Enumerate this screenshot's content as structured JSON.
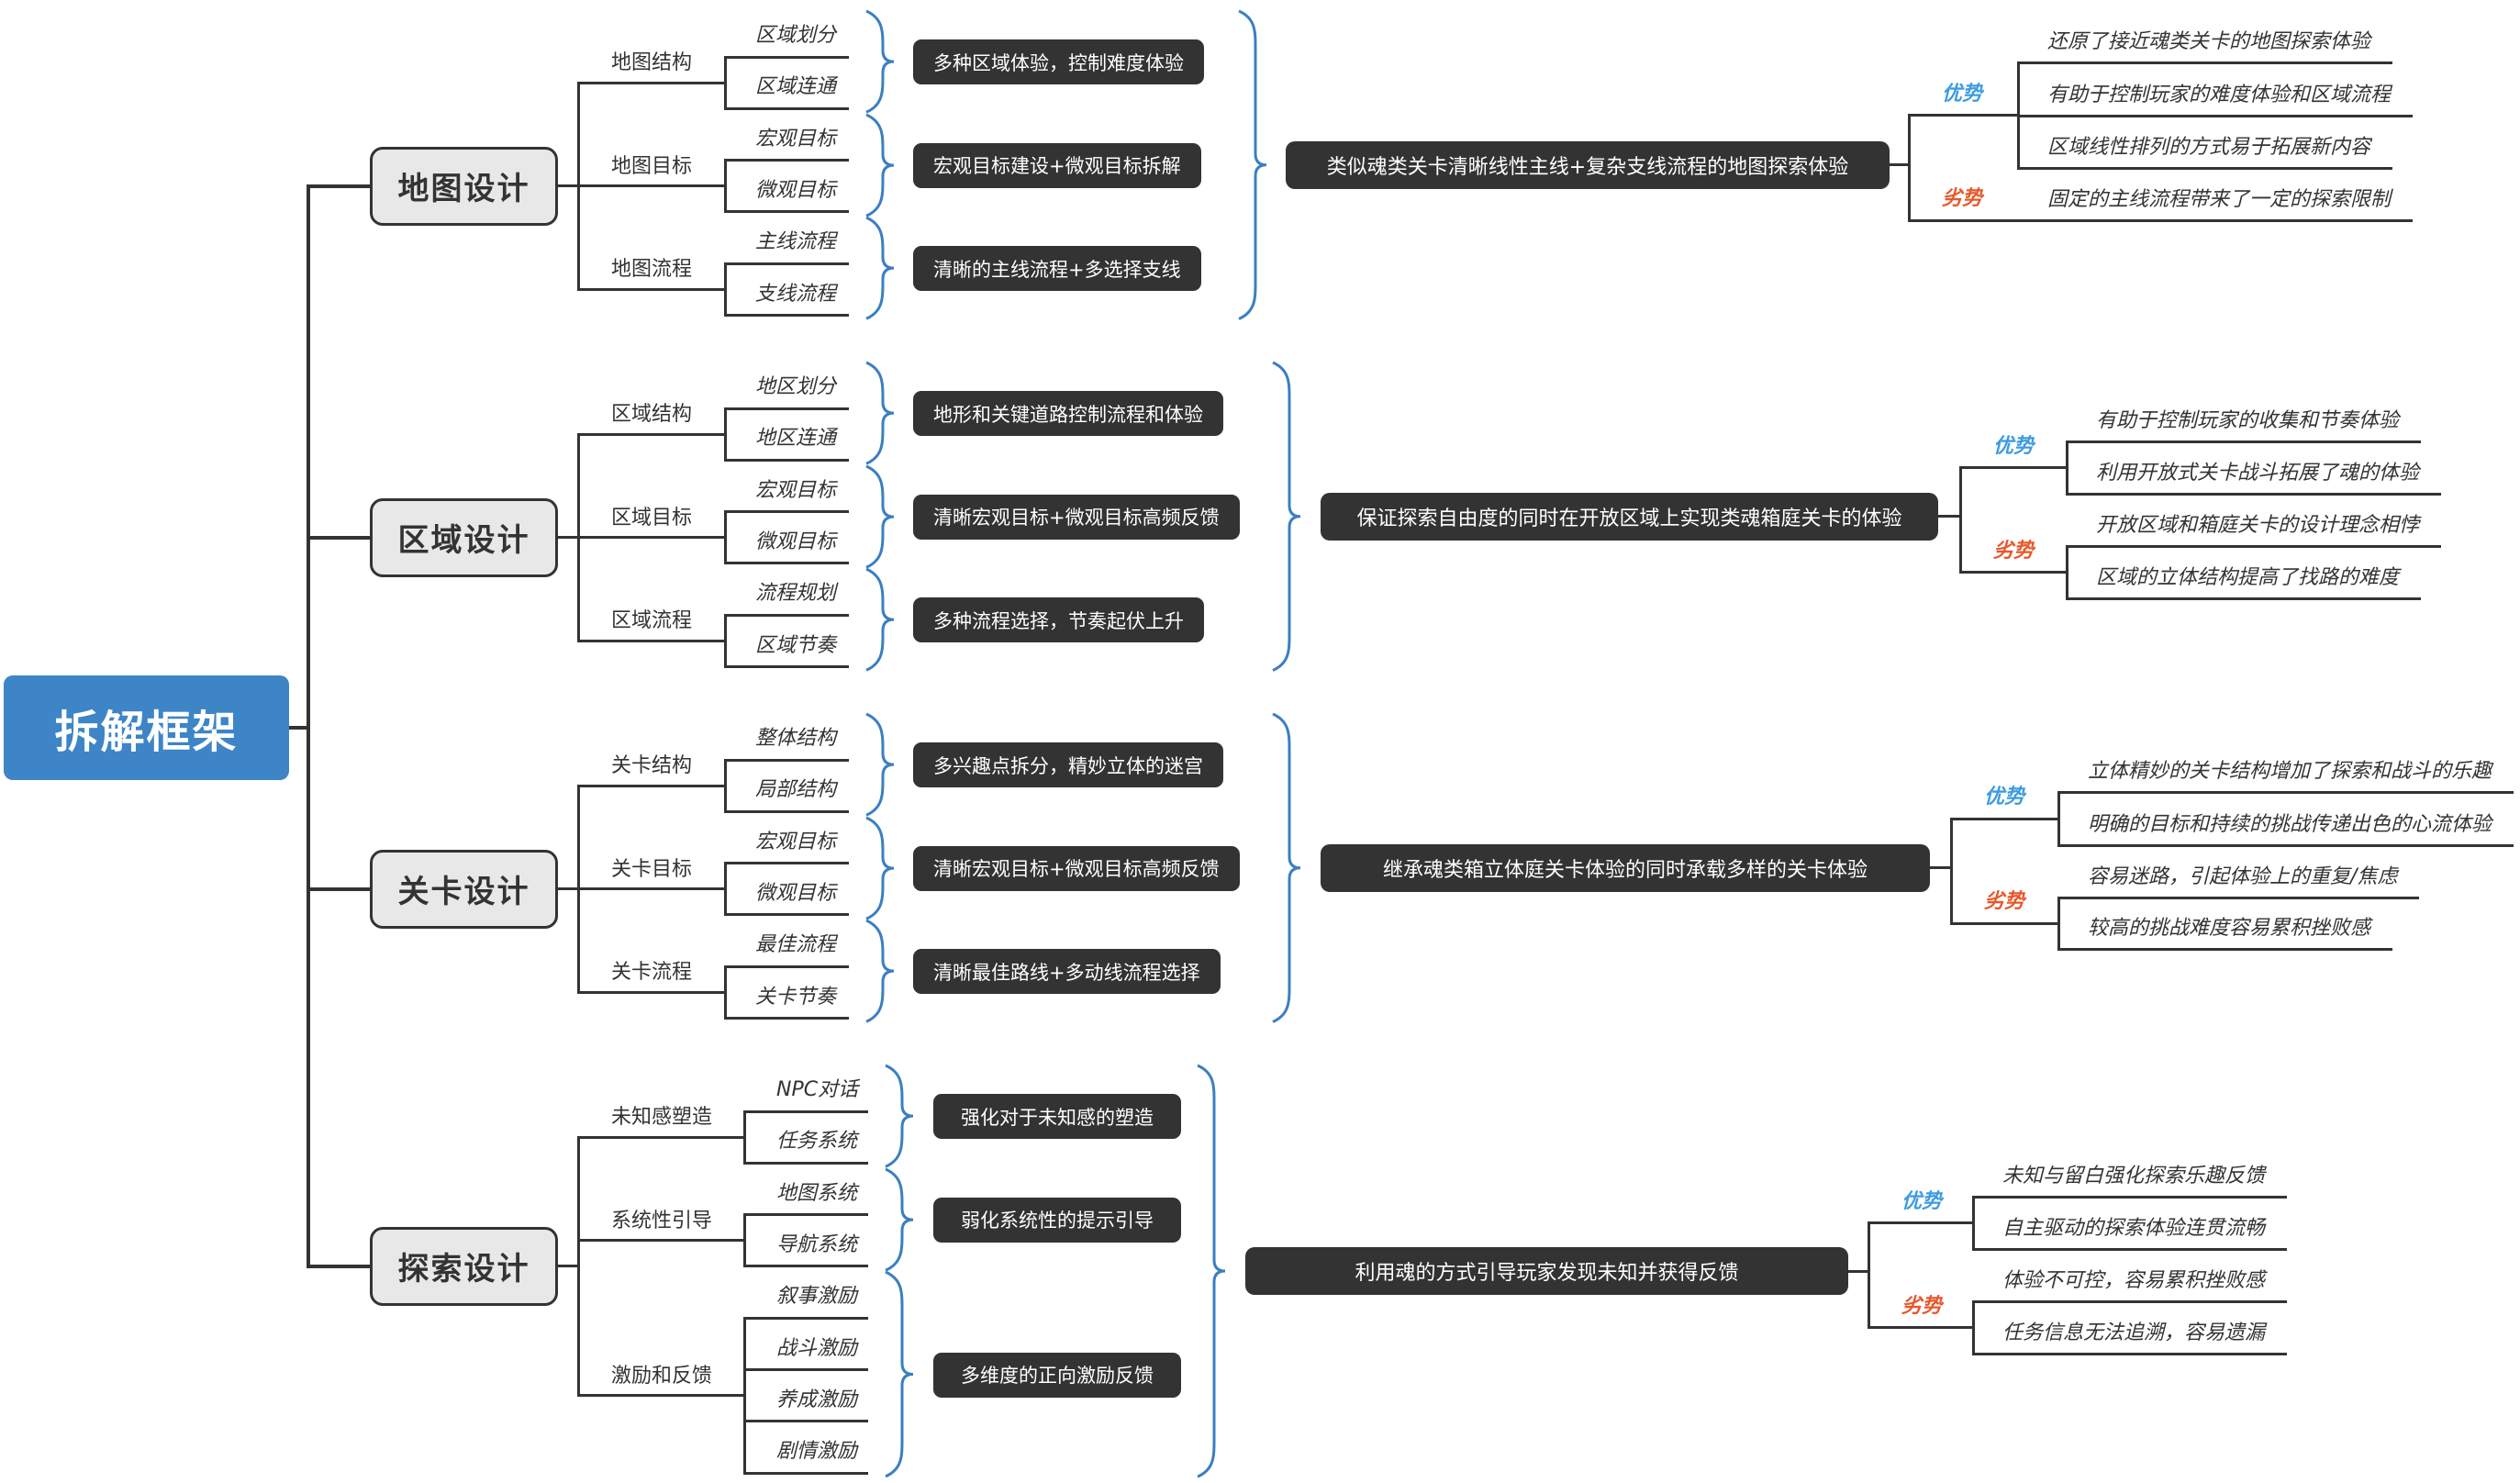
{
  "root": {
    "label": "拆解框架"
  },
  "colors": {
    "root": "#3d85c6",
    "bracket": "#3a7fc1",
    "pros": "#3d9be0",
    "cons": "#e8572a",
    "box": "#333333",
    "line": "#333333"
  },
  "sections": [
    {
      "label": "地图设计",
      "groups": [
        {
          "label": "地图结构",
          "leaves": [
            "区域划分",
            "区域连通"
          ],
          "summary": "多种区域体验，控制难度体验"
        },
        {
          "label": "地图目标",
          "leaves": [
            "宏观目标",
            "微观目标"
          ],
          "summary": "宏观目标建设+微观目标拆解"
        },
        {
          "label": "地图流程",
          "leaves": [
            "主线流程",
            "支线流程"
          ],
          "summary": "清晰的主线流程+多选择支线"
        }
      ],
      "conclusion": "类似魂类关卡清晰线性主线+复杂支线流程的地图探索体验",
      "pros_label": "优势",
      "pros": [
        "还原了接近魂类关卡的地图探索体验",
        "有助于控制玩家的难度体验和区域流程",
        "区域线性排列的方式易于拓展新内容"
      ],
      "cons_label": "劣势",
      "cons": [
        "固定的主线流程带来了一定的探索限制"
      ]
    },
    {
      "label": "区域设计",
      "groups": [
        {
          "label": "区域结构",
          "leaves": [
            "地区划分",
            "地区连通"
          ],
          "summary": "地形和关键道路控制流程和体验"
        },
        {
          "label": "区域目标",
          "leaves": [
            "宏观目标",
            "微观目标"
          ],
          "summary": "清晰宏观目标+微观目标高频反馈"
        },
        {
          "label": "区域流程",
          "leaves": [
            "流程规划",
            "区域节奏"
          ],
          "summary": "多种流程选择，节奏起伏上升"
        }
      ],
      "conclusion": "保证探索自由度的同时在开放区域上实现类魂箱庭关卡的体验",
      "pros_label": "优势",
      "pros": [
        "有助于控制玩家的收集和节奏体验",
        "利用开放式关卡战斗拓展了魂的体验"
      ],
      "cons_label": "劣势",
      "cons": [
        "开放区域和箱庭关卡的设计理念相悖",
        "区域的立体结构提高了找路的难度"
      ]
    },
    {
      "label": "关卡设计",
      "groups": [
        {
          "label": "关卡结构",
          "leaves": [
            "整体结构",
            "局部结构"
          ],
          "summary": "多兴趣点拆分，精妙立体的迷宫"
        },
        {
          "label": "关卡目标",
          "leaves": [
            "宏观目标",
            "微观目标"
          ],
          "summary": "清晰宏观目标+微观目标高频反馈"
        },
        {
          "label": "关卡流程",
          "leaves": [
            "最佳流程",
            "关卡节奏"
          ],
          "summary": "清晰最佳路线+多动线流程选择"
        }
      ],
      "conclusion": "继承魂类箱立体庭关卡体验的同时承载多样的关卡体验",
      "pros_label": "优势",
      "pros": [
        "立体精妙的关卡结构增加了探索和战斗的乐趣",
        "明确的目标和持续的挑战传递出色的心流体验"
      ],
      "cons_label": "劣势",
      "cons": [
        "容易迷路，引起体验上的重复/焦虑",
        "较高的挑战难度容易累积挫败感"
      ]
    },
    {
      "label": "探索设计",
      "groups": [
        {
          "label": "未知感塑造",
          "leaves": [
            "NPC对话",
            "任务系统"
          ],
          "summary": "强化对于未知感的塑造"
        },
        {
          "label": "系统性引导",
          "leaves": [
            "地图系统",
            "导航系统"
          ],
          "summary": "弱化系统性的提示引导"
        },
        {
          "label": "激励和反馈",
          "leaves": [
            "叙事激励",
            "战斗激励",
            "养成激励",
            "剧情激励"
          ],
          "summary": "多维度的正向激励反馈"
        }
      ],
      "conclusion": "利用魂的方式引导玩家发现未知并获得反馈",
      "pros_label": "优势",
      "pros": [
        "未知与留白强化探索乐趣反馈",
        "自主驱动的探索体验连贯流畅"
      ],
      "cons_label": "劣势",
      "cons": [
        "体验不可控，容易累积挫败感",
        "任务信息无法追溯，容易遗漏"
      ]
    }
  ]
}
